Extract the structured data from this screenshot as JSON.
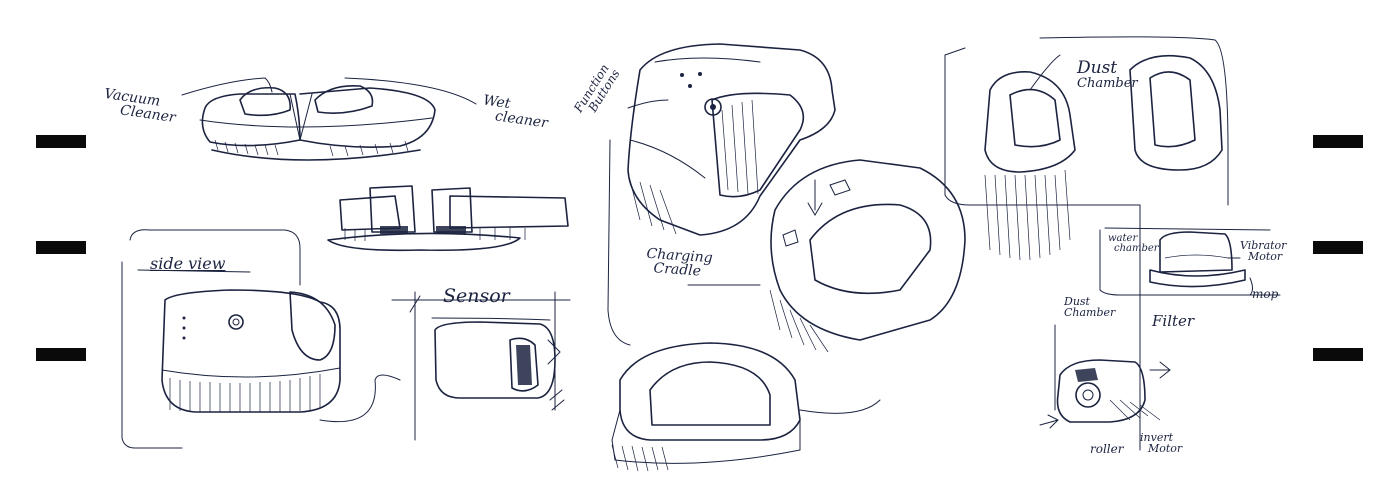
{
  "labels": {
    "vacuum_cleaner": [
      "Vacuum",
      "Cleaner"
    ],
    "wet_cleaner": [
      "Wet",
      "cleaner"
    ],
    "function_buttons": [
      "Function",
      "Buttons"
    ],
    "side_view": "side view",
    "sensor": "Sensor",
    "charging_cradle": [
      "Charging",
      "Cradle"
    ],
    "dust_chamber_top": [
      "Dust",
      "Chamber"
    ],
    "water_chamber": [
      "water",
      "chamber"
    ],
    "vibrator_motor": [
      "Vibrator",
      "Motor"
    ],
    "mop": "mop",
    "dust_chamber_small": [
      "Dust",
      "Chamber"
    ],
    "filter": "Filter",
    "roller": "roller",
    "invert_motor": [
      "invert",
      "Motor"
    ]
  },
  "colors": {
    "ink": "#1b2340",
    "mark": "#0a0a0a",
    "paper": "#ffffff"
  }
}
